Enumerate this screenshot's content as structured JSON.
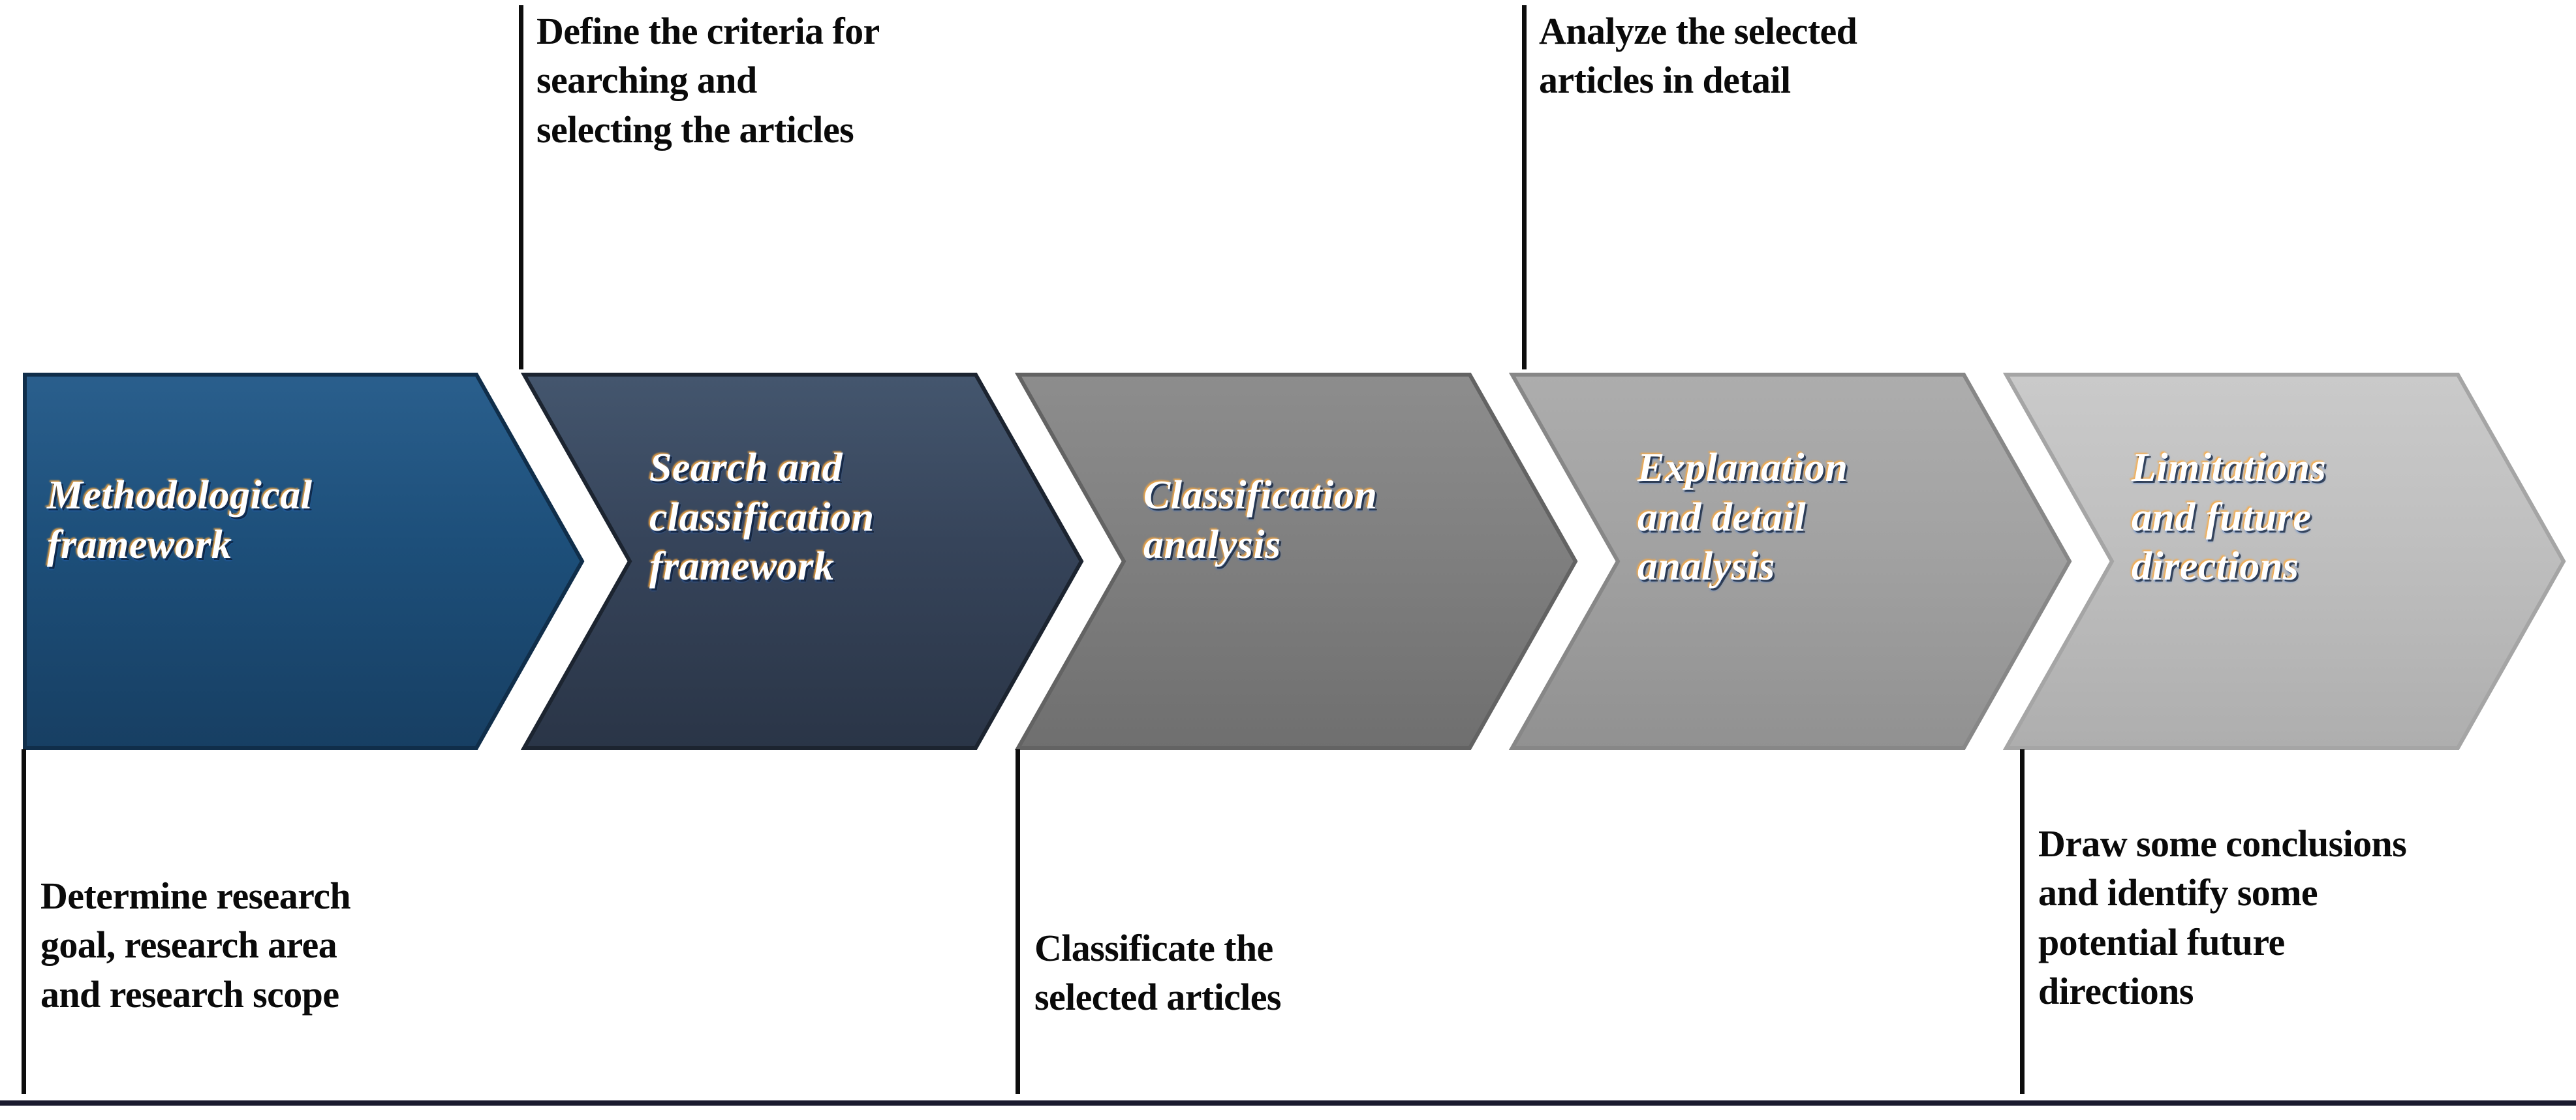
{
  "diagram": {
    "title": "Methodological framework process flow",
    "orientation": "left-to-right chevron process"
  },
  "stages": [
    {
      "index": 1,
      "label": "Methodological\nframework",
      "color": "#1d4f7a",
      "text_color": "#ffffff"
    },
    {
      "index": 2,
      "label": "Search  and\nclassification\nframework",
      "color": "#36445a",
      "text_color": "#ffffff"
    },
    {
      "index": 3,
      "label": "Classification\nanalysis",
      "color": "#808080",
      "text_color": "#ffffff"
    },
    {
      "index": 4,
      "label": "Explanation\nand detail\nanalysis",
      "color": "#a2a2a2",
      "text_color": "#ffffff"
    },
    {
      "index": 5,
      "label": "Limitations\nand future\ndirections",
      "color": "#bfbfbf",
      "text_color": "#ffffff"
    }
  ],
  "annotations_top": [
    {
      "id": "annot-define-criteria",
      "for_stage": 2,
      "text": "Define the criteria for\nsearching and\nselecting the articles"
    },
    {
      "id": "annot-analyze-detail",
      "for_stage": 4,
      "text": "Analyze the selected\narticles in detail"
    }
  ],
  "annotations_bottom": [
    {
      "id": "annot-determine-research",
      "for_stage": 1,
      "text": "Determine research\ngoal, research area\nand research scope"
    },
    {
      "id": "annot-classificate",
      "for_stage": 3,
      "text": "Classificate the\nselected articles"
    },
    {
      "id": "annot-conclusions",
      "for_stage": 5,
      "text": "Draw some conclusions\nand identify some\npotential future\ndirections"
    }
  ],
  "colors": {
    "line": "#0d0d0d",
    "baseline": "#1a1a2e",
    "background": "#ffffff"
  }
}
